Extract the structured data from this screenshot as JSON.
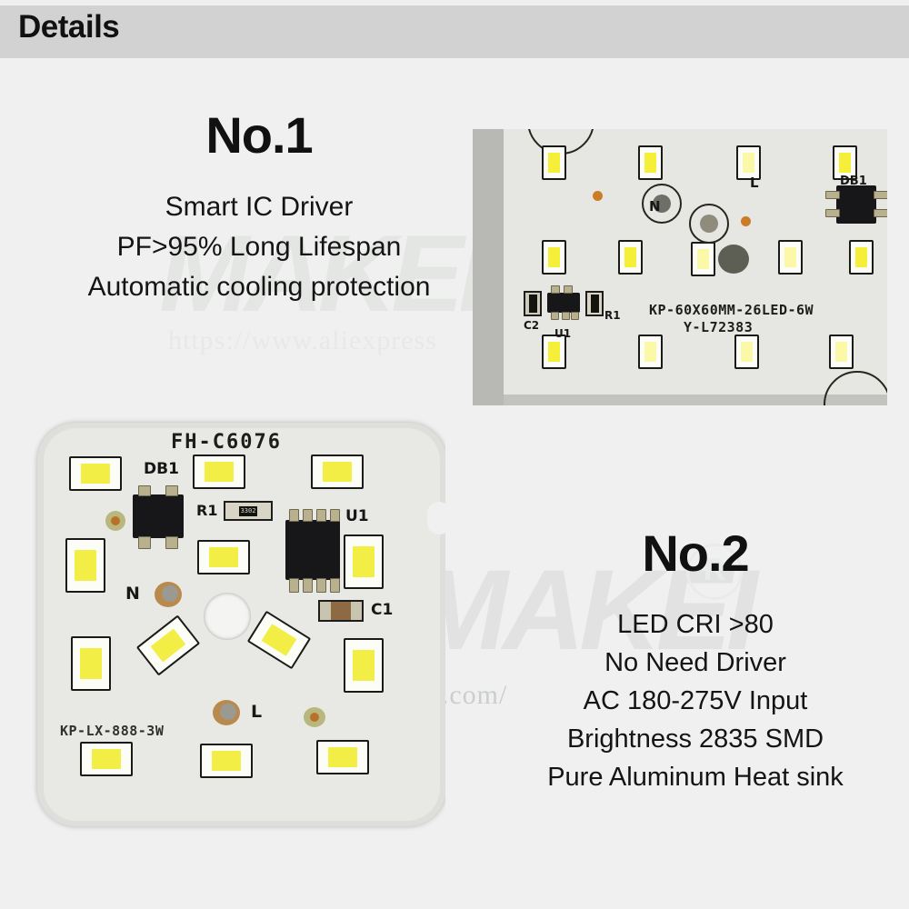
{
  "header": {
    "title": "Details",
    "bar_color": "#d2d2d2"
  },
  "page": {
    "background_color": "#f0f0f0"
  },
  "blocks": [
    {
      "id": "no1",
      "heading": "No.1",
      "lines": [
        "Smart IC Driver",
        "PF>95% Long Lifespan",
        "Automatic cooling protection"
      ]
    },
    {
      "id": "no2",
      "heading": "No.2",
      "lines": [
        "LED CRI >80",
        "No Need Driver",
        "AC 180-275V Input",
        "Brightness 2835 SMD",
        "Pure Aluminum Heat sink"
      ]
    }
  ],
  "watermarks": {
    "brand_top": "MAKEI",
    "brand_bottom": "MAKEI",
    "registered_mark": "R",
    "url_top": "https://www.aliexpress",
    "url_bottom": "https://www.aliexpress.com/"
  },
  "photos": {
    "top_right": {
      "name": "led-pcb-closeup-60x60",
      "silkscreen": {
        "part_number": "KP-60X60MM-26LED-6W",
        "batch_code": "Y-L72383"
      },
      "designators": {
        "neutral": "N",
        "live": "L",
        "bridge": "DB1",
        "cap": "C2",
        "ic": "U1",
        "resistor": "R1"
      }
    },
    "bottom_left": {
      "name": "led-pcb-square-module",
      "silkscreen": {
        "board_id": "FH-C6076",
        "part_number": "KP-LX-888-3W"
      },
      "designators": {
        "bridge": "DB1",
        "resistor": "R1",
        "resistor_code": "3302",
        "ic": "U1",
        "cap": "C1",
        "neutral": "N",
        "live": "L"
      }
    }
  }
}
